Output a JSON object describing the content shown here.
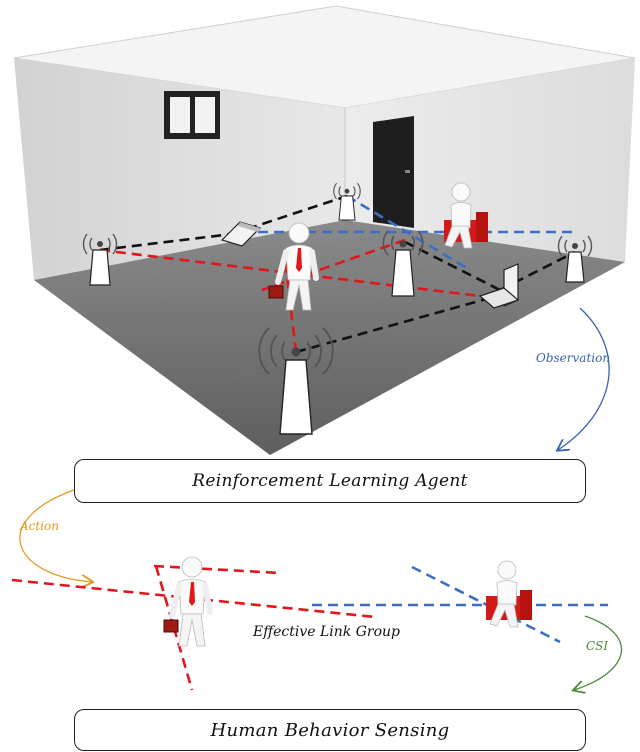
{
  "boxes": {
    "agent": "Reinforcement  Learning  Agent",
    "sensing": "Human  Behavior Sensing"
  },
  "labels": {
    "observation": "Observation",
    "action": "Action",
    "csi": "CSI",
    "effective_link_group": "Effective Link Group"
  },
  "colors": {
    "wall": "#e3e3e3",
    "floor": "#6c6c6c",
    "ceiling": "#f4f4f4",
    "red_link": "#e3161b",
    "blue_link": "#3d6dc4",
    "black_link": "#111111",
    "observation_arrow": "#3a62b5",
    "action_arrow": "#e39a22",
    "csi_arrow": "#4c8a3a"
  },
  "icons": [
    "router-icon",
    "laptop-icon",
    "person-walking-icon",
    "person-sitting-icon",
    "briefcase-icon",
    "chair-icon",
    "door-icon",
    "window-icon"
  ]
}
